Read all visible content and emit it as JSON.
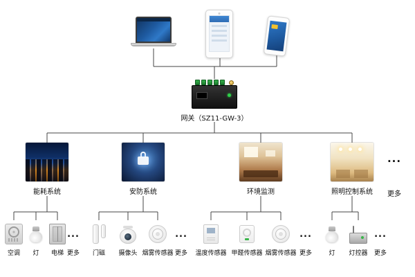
{
  "diagram": {
    "ellipsis": "...",
    "more_label": "更多",
    "gateway": {
      "label": "网关（SZ11-GW-3）"
    },
    "devices": [
      {
        "name": "laptop"
      },
      {
        "name": "tablet"
      },
      {
        "name": "smartphone"
      }
    ],
    "systems": [
      {
        "label": "能耗系统",
        "children": [
          {
            "label": "空调",
            "icon": "air-conditioner-icon"
          },
          {
            "label": "灯",
            "icon": "bulb-icon"
          },
          {
            "label": "电梯",
            "icon": "elevator-icon"
          },
          {
            "label": "更多",
            "icon": "ellipsis-icon"
          }
        ]
      },
      {
        "label": "安防系统",
        "children": [
          {
            "label": "门磁",
            "icon": "door-magnet-icon"
          },
          {
            "label": "摄像头",
            "icon": "camera-icon"
          },
          {
            "label": "烟雾传感器",
            "icon": "smoke-sensor-icon"
          },
          {
            "label": "更多",
            "icon": "ellipsis-icon"
          }
        ]
      },
      {
        "label": "环境监测",
        "children": [
          {
            "label": "温度传感器",
            "icon": "temperature-sensor-icon"
          },
          {
            "label": "甲醛传感器",
            "icon": "formaldehyde-sensor-icon"
          },
          {
            "label": "烟雾传感器",
            "icon": "smoke-sensor-icon"
          },
          {
            "label": "更多",
            "icon": "ellipsis-icon"
          }
        ]
      },
      {
        "label": "照明控制系统",
        "children": [
          {
            "label": "灯",
            "icon": "bulb-icon"
          },
          {
            "label": "灯控器",
            "icon": "light-controller-icon"
          },
          {
            "label": "更多",
            "icon": "ellipsis-icon"
          }
        ]
      }
    ],
    "colors": {
      "wire": "#444444",
      "gateway_body": "#1a1a1a",
      "terminal_green": "#2e9e44",
      "screen_blue": "#2f6fbe",
      "city_night": "#0f2f66",
      "accent_orange": "#c47a1e"
    }
  }
}
